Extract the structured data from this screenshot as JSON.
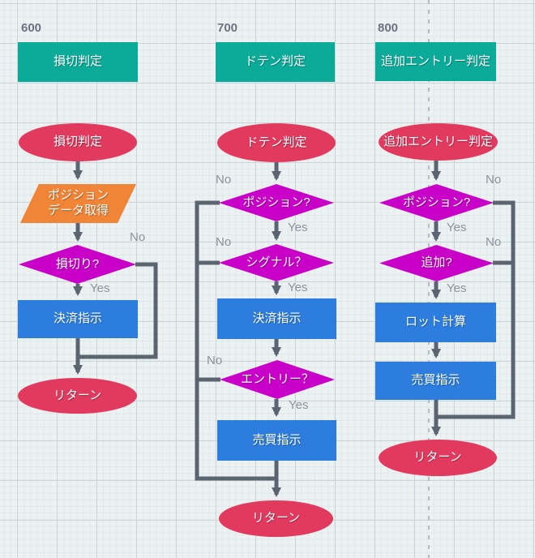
{
  "palette": {
    "canvas_background": "#ecf1f2",
    "grid_minor": "#e0e9ea",
    "grid_major": "#ccd5d7",
    "header_teal": "#0cab99",
    "terminal_red": "#e23a5f",
    "process_blue": "#2d7dde",
    "decision_magenta": "#c800c8",
    "io_orange": "#f08437",
    "connector_gray": "#5b6572",
    "dashed_guide_gray": "#b4bdc1",
    "node_text": "#ffffff",
    "edge_label_gray": "#8a939e",
    "ref_label_gray": "#6b7480"
  },
  "labels": {
    "yes": "Yes",
    "no": "No"
  },
  "columns": [
    {
      "ref": "600",
      "header": "損切判定",
      "start": "損切判定",
      "io_line1": "ポジション",
      "io_line2": "データ取得",
      "decision1": "損切り?",
      "process1": "決済指示",
      "end": "リターン"
    },
    {
      "ref": "700",
      "header": "ドテン判定",
      "start": "ドテン判定",
      "decision1": "ポジション?",
      "decision2": "シグナル？",
      "process1": "決済指示",
      "decision3": "エントリー？",
      "process2": "売買指示",
      "end": "リターン"
    },
    {
      "ref": "800",
      "header": "追加エントリー判定",
      "start": "追加エントリー判定",
      "decision1": "ポジション?",
      "decision2": "追加?",
      "process1": "ロット計算",
      "process2": "売買指示",
      "end": "リターン"
    }
  ]
}
